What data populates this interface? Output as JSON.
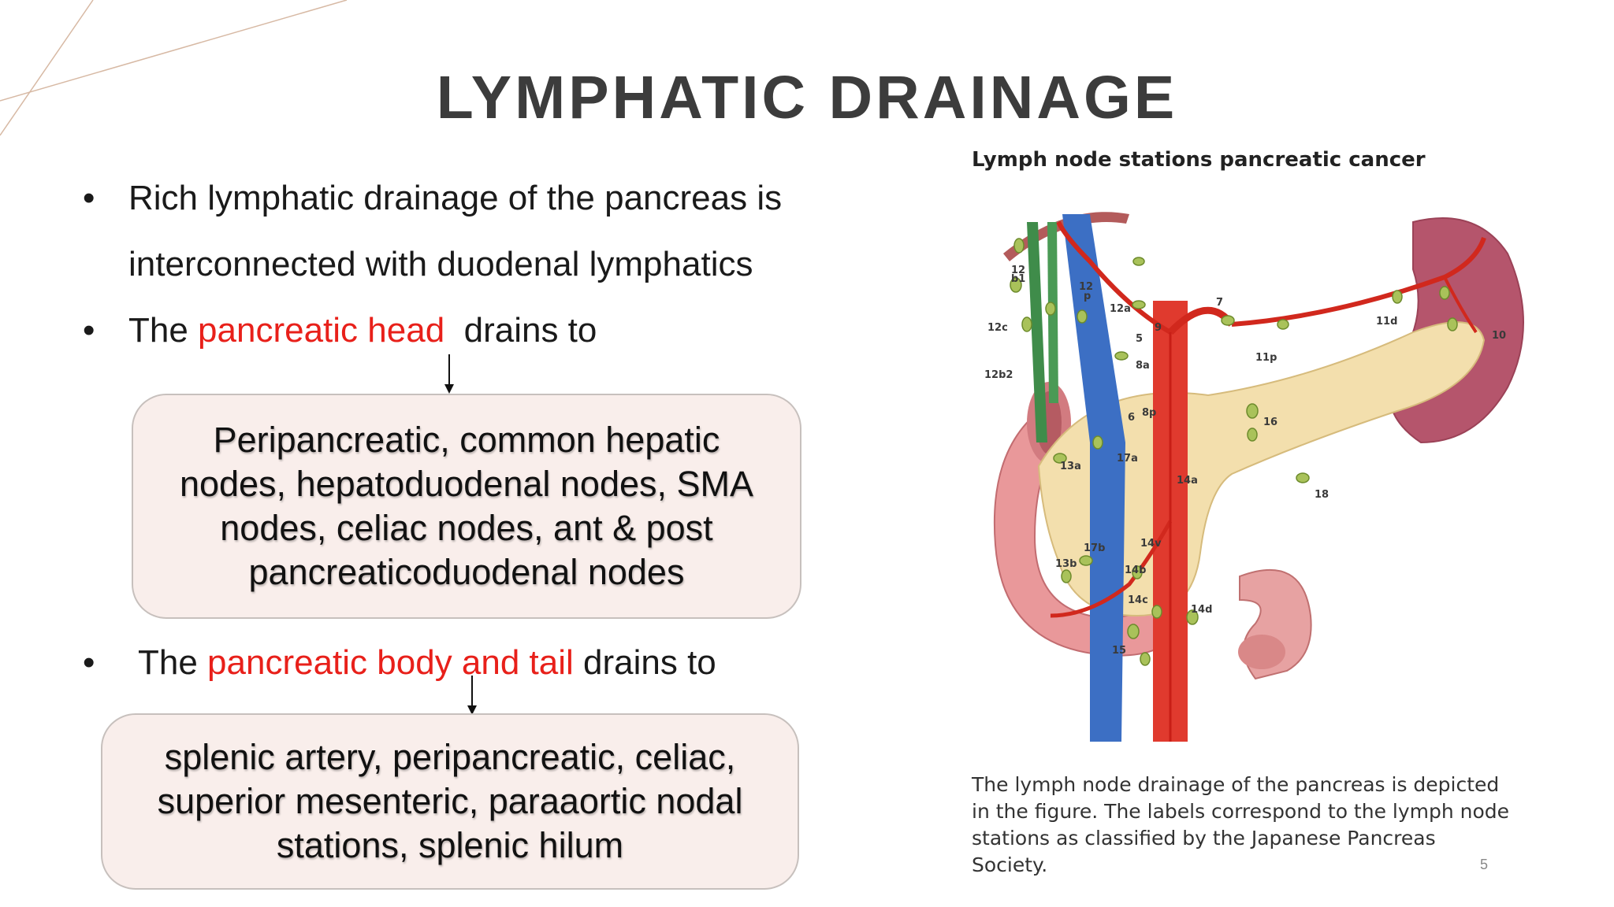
{
  "title": "LYMPHATIC DRAINAGE",
  "bullets": [
    {
      "text_line1": "Rich lymphatic drainage of the pancreas is",
      "text_line2": "interconnected with duodenal lymphatics"
    },
    {
      "prefix": "The ",
      "highlight": "pancreatic head",
      "suffix": "  drains to"
    },
    {
      "prefix": "The ",
      "highlight": "pancreatic body and tail",
      "suffix": " drains to"
    }
  ],
  "bullet_symbol": "•",
  "boxes": [
    {
      "lines": [
        "Peripancreatic, common hepatic",
        "nodes, hepatoduodenal nodes, SMA",
        "nodes, celiac nodes, ant & post",
        "pancreaticoduodenal nodes"
      ]
    },
    {
      "lines": [
        "splenic artery, peripancreatic, celiac,",
        "superior mesenteric, paraaortic nodal",
        "stations, splenic hilum"
      ]
    }
  ],
  "figure": {
    "title": "Lymph node stations pancreatic cancer",
    "node_labels": [
      "12 b1",
      "12c",
      "12 p",
      "12b2",
      "12a",
      "5",
      "8a",
      "8p",
      "6",
      "9",
      "7",
      "11d",
      "11p",
      "10",
      "16",
      "17a",
      "13a",
      "14a",
      "18",
      "17b",
      "14v",
      "13b",
      "14b",
      "14c",
      "14d",
      "15"
    ],
    "caption": "The lymph node drainage of the pancreas is depicted in the figure. The labels correspond to the lymph node stations as classified by the Japanese Pancreas Society."
  },
  "page_number": "5",
  "colors": {
    "title": "#3c3c3c",
    "highlight": "#e8201a",
    "box_fill": "#f9eeeb",
    "box_border": "#c7c0bd"
  }
}
